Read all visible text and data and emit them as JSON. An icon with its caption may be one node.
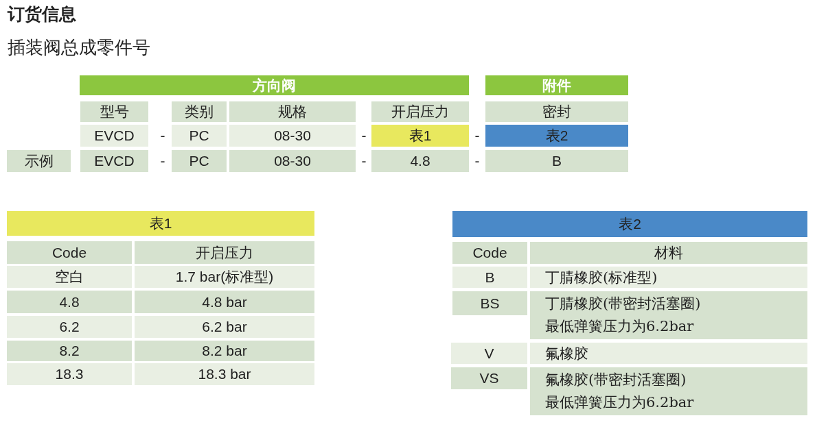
{
  "diagram": {
    "title": "订货信息",
    "labels": [
      "插装阀总成零件号",
      "方向阀",
      "附件",
      "型号",
      "类别",
      "规格",
      "开启压力",
      "密封",
      "EVCD",
      "-",
      "PC",
      "08-30",
      "-",
      "表1",
      "-",
      "表2",
      "示例",
      "EVCD",
      "-",
      "PC",
      "08-30",
      "-",
      "4.8",
      "-",
      "B",
      "表1",
      "Code",
      "开启压力",
      "空白",
      "1.7 bar(标准型)",
      "4.8",
      "4.8 bar",
      "6.2",
      "6.2 bar",
      "8.2",
      "8.2 bar",
      "18.3",
      "18.3 bar",
      "表2",
      "Code",
      "材料",
      "B",
      "丁腈橡胶(标准型)",
      "BS",
      "丁腈橡胶(带密封活塞圈)",
      "最低弹簧压力为6.2bar",
      "V",
      "氟橡胶",
      "VS",
      "氟橡胶(带密封活塞圈)",
      "最低弹簧压力为6.2bar"
    ]
  }
}
